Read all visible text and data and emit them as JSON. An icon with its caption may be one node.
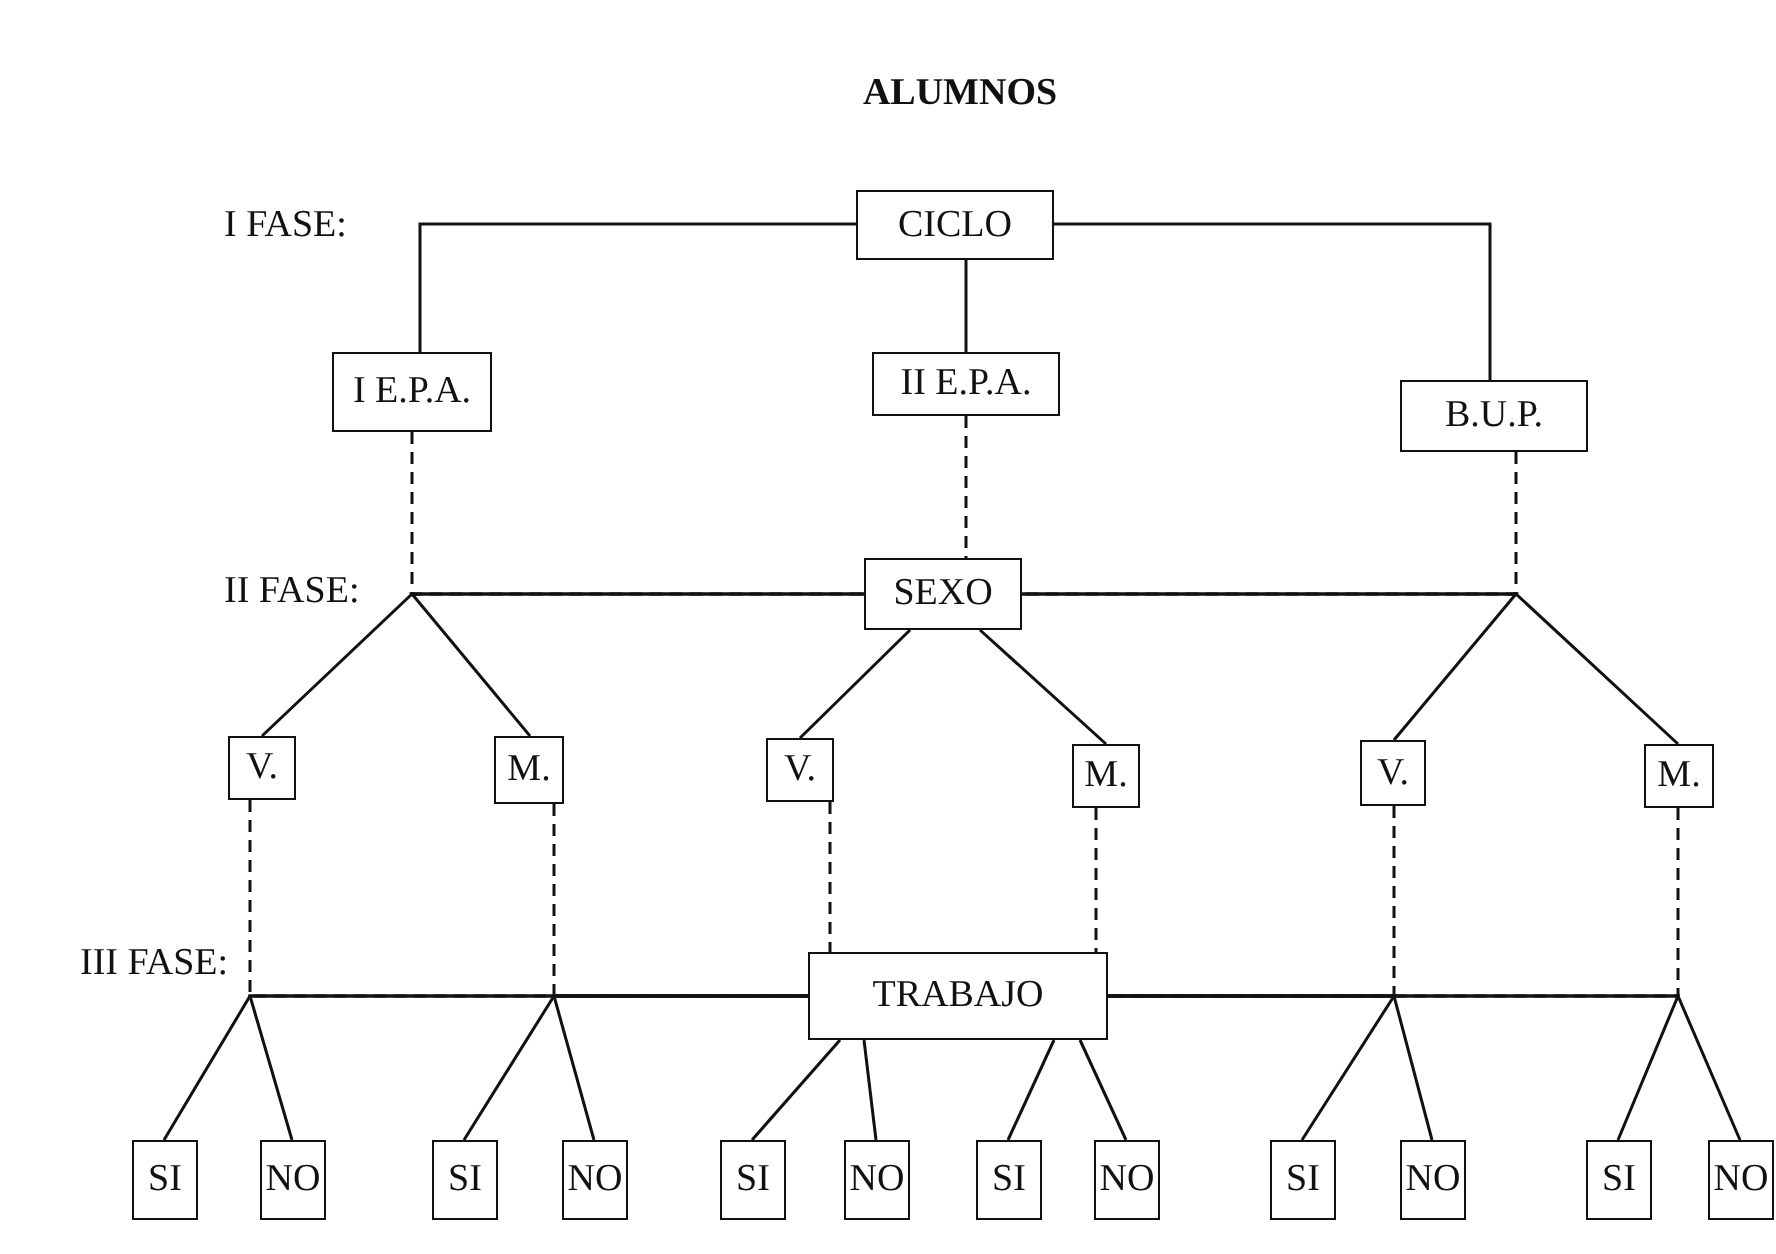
{
  "diagram": {
    "title": "ALUMNOS",
    "nodes": [
      {
        "text": [
          "CICLO"
        ]
      },
      {
        "text": [
          "I E.P.A."
        ]
      },
      {
        "text": [
          "II E.P.A."
        ]
      },
      {
        "text": [
          "B.U.P."
        ]
      },
      {
        "text": [
          "SEXO"
        ]
      },
      {
        "text": [
          "V."
        ]
      },
      {
        "text": [
          "M."
        ]
      },
      {
        "text": [
          "V."
        ]
      },
      {
        "text": [
          "M."
        ]
      },
      {
        "text": [
          "V."
        ]
      },
      {
        "text": [
          "M."
        ]
      },
      {
        "text": [
          "TRABAJO"
        ]
      },
      {
        "text": [
          "SI"
        ]
      },
      {
        "text": [
          "NO"
        ]
      },
      {
        "text": [
          "SI"
        ]
      },
      {
        "text": [
          "NO"
        ]
      },
      {
        "text": [
          "SI"
        ]
      },
      {
        "text": [
          "NO"
        ]
      },
      {
        "text": [
          "SI"
        ]
      },
      {
        "text": [
          "NO"
        ]
      },
      {
        "text": [
          "SI"
        ]
      },
      {
        "text": [
          "NO"
        ]
      },
      {
        "text": [
          "SI"
        ]
      },
      {
        "text": [
          "NO"
        ]
      }
    ],
    "edges": [
      {
        "from": 0,
        "to": 1,
        "arrow": "none"
      },
      {
        "from": 0,
        "to": 2,
        "arrow": "none"
      },
      {
        "from": 0,
        "to": 3,
        "arrow": "none"
      },
      {
        "from": 1,
        "to": 4,
        "arrow": "none",
        "style": "dashed"
      },
      {
        "from": 2,
        "to": 4,
        "arrow": "none",
        "style": "dashed"
      },
      {
        "from": 3,
        "to": 4,
        "arrow": "none",
        "style": "dashed"
      },
      {
        "from": 4,
        "to": 5,
        "arrow": "none"
      },
      {
        "from": 4,
        "to": 6,
        "arrow": "none"
      },
      {
        "from": 4,
        "to": 7,
        "arrow": "none"
      },
      {
        "from": 4,
        "to": 8,
        "arrow": "none"
      },
      {
        "from": 4,
        "to": 9,
        "arrow": "none"
      },
      {
        "from": 4,
        "to": 10,
        "arrow": "none"
      },
      {
        "from": 5,
        "to": 11,
        "arrow": "none",
        "style": "dashed"
      },
      {
        "from": 6,
        "to": 11,
        "arrow": "none",
        "style": "dashed"
      },
      {
        "from": 7,
        "to": 11,
        "arrow": "none",
        "style": "dashed"
      },
      {
        "from": 8,
        "to": 11,
        "arrow": "none",
        "style": "dashed"
      },
      {
        "from": 9,
        "to": 11,
        "arrow": "none",
        "style": "dashed"
      },
      {
        "from": 10,
        "to": 11,
        "arrow": "none",
        "style": "dashed"
      },
      {
        "from": 11,
        "to": 12,
        "arrow": "none"
      },
      {
        "from": 11,
        "to": 13,
        "arrow": "none"
      },
      {
        "from": 11,
        "to": 14,
        "arrow": "none"
      },
      {
        "from": 11,
        "to": 15,
        "arrow": "none"
      },
      {
        "from": 11,
        "to": 16,
        "arrow": "none"
      },
      {
        "from": 11,
        "to": 17,
        "arrow": "none"
      },
      {
        "from": 11,
        "to": 18,
        "arrow": "none"
      },
      {
        "from": 11,
        "to": 19,
        "arrow": "none"
      },
      {
        "from": 11,
        "to": 20,
        "arrow": "none"
      },
      {
        "from": 11,
        "to": 21,
        "arrow": "none"
      },
      {
        "from": 11,
        "to": 22,
        "arrow": "none"
      },
      {
        "from": 11,
        "to": 23,
        "arrow": "none"
      }
    ],
    "labels": [
      "I FASE:",
      "II FASE:",
      "III FASE:"
    ]
  }
}
